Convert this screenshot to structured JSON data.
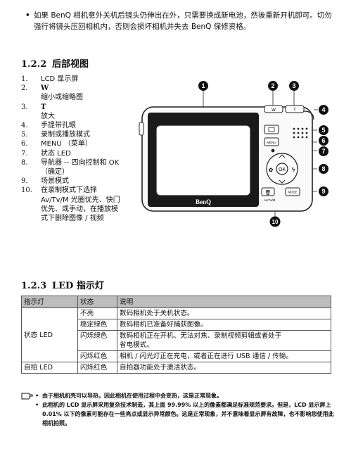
{
  "intro_bullet": "如果 BenQ 相机意外关机后镜头仍伸出在外，只需要换成新电池，然後重新开机即可。切勿强行将镜头压回相机内，否则会损坏相机并失去 BenQ 保修资格。",
  "section1": {
    "number": "1.2.2",
    "title": "后部视图"
  },
  "items": [
    {
      "num": "1.",
      "lines": [
        "LCD 显示屏"
      ]
    },
    {
      "num": "2.",
      "bold": "W",
      "lines": [
        "缩小或缩略图"
      ]
    },
    {
      "num": "3.",
      "bold": "T",
      "lines": [
        "放大"
      ]
    },
    {
      "num": "4.",
      "lines": [
        "手提带孔眼"
      ]
    },
    {
      "num": "5.",
      "lines": [
        "录制或播放模式"
      ]
    },
    {
      "num": "6.",
      "lines": [
        "MENU （菜单）"
      ]
    },
    {
      "num": "7.",
      "lines": [
        "状态 LED"
      ]
    },
    {
      "num": "8.",
      "lines": [
        "导航器 -- 四向控制和 OK",
        "（确定）"
      ]
    },
    {
      "num": "9.",
      "lines": [
        "场景模式"
      ]
    },
    {
      "num": "10.",
      "lines": [
        "在录制模式下选择",
        "Av/Tv/M 光圈优先、快门",
        "优先、或手动，在播放模",
        "式下删除图像 / 视频"
      ]
    }
  ],
  "camera": {
    "brand": "BenQ",
    "btn_w": "W",
    "btn_t": "T",
    "btn_menu": "MENU",
    "btn_ok": "OK",
    "btn_mode": "MODE",
    "label_avtvm": "Av/Tv/M",
    "callouts": [
      "1",
      "2",
      "3",
      "4",
      "5",
      "6",
      "7",
      "8",
      "9",
      "10"
    ]
  },
  "section2": {
    "number": "1.2.3",
    "title": "LED 指示灯"
  },
  "table": {
    "headers": [
      "指示灯",
      "状态",
      "说明"
    ],
    "group1_name": "状态 LED",
    "group1_rows": [
      [
        "不亮",
        "数码相机处于关机状态。"
      ],
      [
        "稳定绿色",
        "数码相机已准备好捕获图像。"
      ],
      [
        "闪烁绿色",
        "数码相机正在开机、无法对焦、录制视频剪辑或者处于",
        "省电模式。"
      ],
      [
        "闪烁红色",
        "相机 / 闪光灯正在充电，或者正在进行 USB 通信 / 传输。"
      ]
    ],
    "group2_name": "自拍 LED",
    "group2_row": [
      "闪烁红色",
      "自拍器功能处于激活状态。"
    ]
  },
  "notes": [
    "由于相机机壳可以导热，因此相机在使用过程中会变热，这是正常现象。",
    "此相机的 LCD 显示屏采用复杂技术制造，其上面 99.99% 以上的像素都满足标准规范要求。但是，LCD 显示屏上 0.01% 以下的像素可能存在一些亮点或显示异常颜色。这是正常现象，并不意味着显示屏有故障，也不影响您使用此相机拍照。"
  ]
}
